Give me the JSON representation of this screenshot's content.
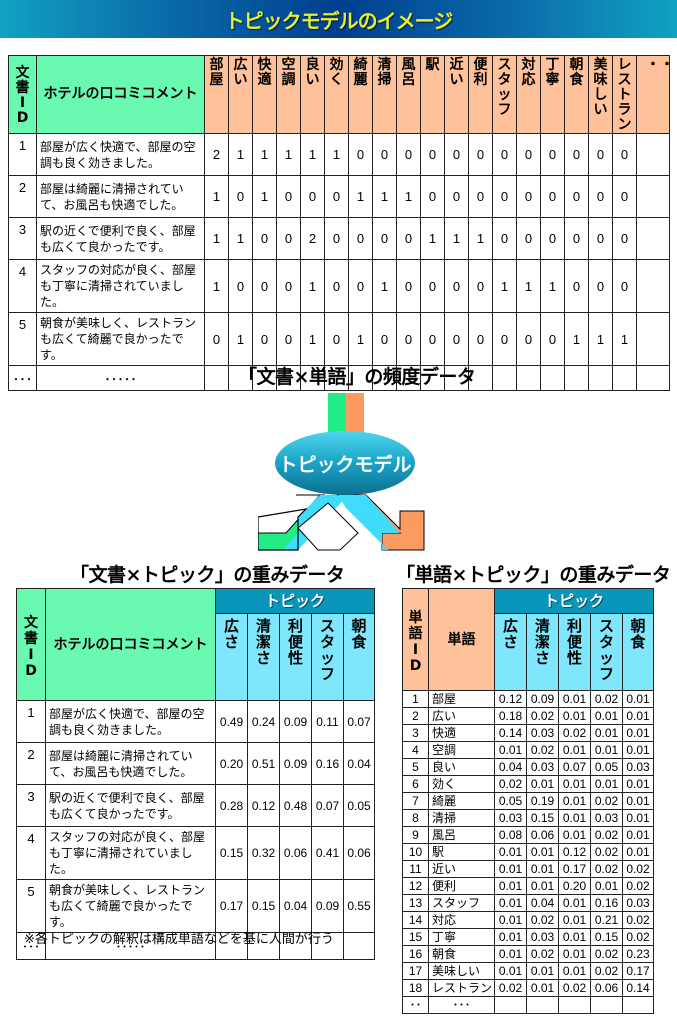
{
  "title": "トピックモデルのイメージ",
  "colors": {
    "title_text": "#e8ee2a",
    "doc_header": "#69f9b1",
    "word_header": "#fec19a",
    "topic_header": "#0a96bb",
    "topic_col": "#7fe6fb",
    "arrow_green": "#21ec85",
    "arrow_orange": "#fb9b62",
    "arrow_cyan": "#3fdcfb"
  },
  "doc_word_table": {
    "id_header": "文書ID",
    "comment_header": "ホテルの口コミコメント",
    "words": [
      "部屋",
      "広い",
      "快適",
      "空調",
      "良い",
      "効く",
      "綺麗",
      "清掃",
      "風呂",
      "駅",
      "近い",
      "便利",
      "スタッフ",
      "対応",
      "丁寧",
      "朝食",
      "美味しい",
      "レストラン"
    ],
    "more_words": "・・・",
    "rows": [
      {
        "id": "1",
        "comment": "部屋が広く快適で、部屋の空調も良く効きました。",
        "counts": [
          2,
          1,
          1,
          1,
          1,
          1,
          0,
          0,
          0,
          0,
          0,
          0,
          0,
          0,
          0,
          0,
          0,
          0
        ]
      },
      {
        "id": "2",
        "comment": "部屋は綺麗に清掃されていて、お風呂も快適でした。",
        "counts": [
          1,
          0,
          1,
          0,
          0,
          0,
          1,
          1,
          1,
          0,
          0,
          0,
          0,
          0,
          0,
          0,
          0,
          0
        ]
      },
      {
        "id": "3",
        "comment": "駅の近くで便利で良く、部屋も広くて良かったです。",
        "counts": [
          1,
          1,
          0,
          0,
          2,
          0,
          0,
          0,
          0,
          1,
          1,
          1,
          0,
          0,
          0,
          0,
          0,
          0
        ]
      },
      {
        "id": "4",
        "comment": "スタッフの対応が良く、部屋も丁寧に清掃されていました。",
        "counts": [
          1,
          0,
          0,
          0,
          1,
          0,
          0,
          1,
          0,
          0,
          0,
          0,
          1,
          1,
          1,
          0,
          0,
          0
        ]
      },
      {
        "id": "5",
        "comment": "朝食が美味しく、レストランも広くて綺麗で良かったです。",
        "counts": [
          0,
          1,
          0,
          0,
          1,
          0,
          1,
          0,
          0,
          0,
          0,
          0,
          0,
          0,
          0,
          1,
          1,
          1
        ]
      }
    ],
    "dots_id": "･･･",
    "dots_comment": "･････"
  },
  "freq_caption": "「文書×単語」の頻度データ",
  "model_label": "トピックモデル",
  "doc_topic_caption": "「文書×トピック」の重みデータ",
  "word_topic_caption": "「単語×トピック」の重みデータ",
  "topic_header": "トピック",
  "topics": [
    "広さ",
    "清潔さ",
    "利便性",
    "スタッフ",
    "朝食"
  ],
  "doc_topic_table": {
    "id_header": "文書ID",
    "comment_header": "ホテルの口コミコメント",
    "rows": [
      {
        "id": "1",
        "comment": "部屋が広く快適で、部屋の空調も良く効きました。",
        "weights": [
          "0.49",
          "0.24",
          "0.09",
          "0.11",
          "0.07"
        ]
      },
      {
        "id": "2",
        "comment": "部屋は綺麗に清掃されていて、お風呂も快適でした。",
        "weights": [
          "0.20",
          "0.51",
          "0.09",
          "0.16",
          "0.04"
        ]
      },
      {
        "id": "3",
        "comment": "駅の近くで便利で良く、部屋も広くて良かったです。",
        "weights": [
          "0.28",
          "0.12",
          "0.48",
          "0.07",
          "0.05"
        ]
      },
      {
        "id": "4",
        "comment": "スタッフの対応が良く、部屋も丁寧に清掃されていました。",
        "weights": [
          "0.15",
          "0.32",
          "0.06",
          "0.41",
          "0.06"
        ]
      },
      {
        "id": "5",
        "comment": "朝食が美味しく、レストランも広くて綺麗で良かったです。",
        "weights": [
          "0.17",
          "0.15",
          "0.04",
          "0.09",
          "0.55"
        ]
      }
    ],
    "dots_id": "･･･",
    "dots_comment": "･････"
  },
  "word_topic_table": {
    "id_header": "単語ID",
    "word_header": "単語",
    "rows": [
      {
        "id": "1",
        "word": "部屋",
        "weights": [
          "0.12",
          "0.09",
          "0.01",
          "0.02",
          "0.01"
        ]
      },
      {
        "id": "2",
        "word": "広い",
        "weights": [
          "0.18",
          "0.02",
          "0.01",
          "0.01",
          "0.01"
        ]
      },
      {
        "id": "3",
        "word": "快適",
        "weights": [
          "0.14",
          "0.03",
          "0.02",
          "0.01",
          "0.01"
        ]
      },
      {
        "id": "4",
        "word": "空調",
        "weights": [
          "0.01",
          "0.02",
          "0.01",
          "0.01",
          "0.01"
        ]
      },
      {
        "id": "5",
        "word": "良い",
        "weights": [
          "0.04",
          "0.03",
          "0.07",
          "0.05",
          "0.03"
        ]
      },
      {
        "id": "6",
        "word": "効く",
        "weights": [
          "0.02",
          "0.01",
          "0.01",
          "0.01",
          "0.01"
        ]
      },
      {
        "id": "7",
        "word": "綺麗",
        "weights": [
          "0.05",
          "0.19",
          "0.01",
          "0.02",
          "0.01"
        ]
      },
      {
        "id": "8",
        "word": "清掃",
        "weights": [
          "0.03",
          "0.15",
          "0.01",
          "0.03",
          "0.01"
        ]
      },
      {
        "id": "9",
        "word": "風呂",
        "weights": [
          "0.08",
          "0.06",
          "0.01",
          "0.02",
          "0.01"
        ]
      },
      {
        "id": "10",
        "word": "駅",
        "weights": [
          "0.01",
          "0.01",
          "0.12",
          "0.02",
          "0.01"
        ]
      },
      {
        "id": "11",
        "word": "近い",
        "weights": [
          "0.01",
          "0.01",
          "0.17",
          "0.02",
          "0.02"
        ]
      },
      {
        "id": "12",
        "word": "便利",
        "weights": [
          "0.01",
          "0.01",
          "0.20",
          "0.01",
          "0.02"
        ]
      },
      {
        "id": "13",
        "word": "スタッフ",
        "weights": [
          "0.01",
          "0.04",
          "0.01",
          "0.16",
          "0.03"
        ]
      },
      {
        "id": "14",
        "word": "対応",
        "weights": [
          "0.01",
          "0.02",
          "0.01",
          "0.21",
          "0.02"
        ]
      },
      {
        "id": "15",
        "word": "丁寧",
        "weights": [
          "0.01",
          "0.03",
          "0.01",
          "0.15",
          "0.02"
        ]
      },
      {
        "id": "16",
        "word": "朝食",
        "weights": [
          "0.01",
          "0.02",
          "0.01",
          "0.02",
          "0.23"
        ]
      },
      {
        "id": "17",
        "word": "美味しい",
        "weights": [
          "0.01",
          "0.01",
          "0.01",
          "0.02",
          "0.17"
        ]
      },
      {
        "id": "18",
        "word": "レストラン",
        "weights": [
          "0.02",
          "0.01",
          "0.02",
          "0.06",
          "0.14"
        ]
      }
    ],
    "dots_id": "･･",
    "dots_word": "･･･"
  },
  "note": "※各トピックの解釈は構成単語などを基に人間が行う"
}
